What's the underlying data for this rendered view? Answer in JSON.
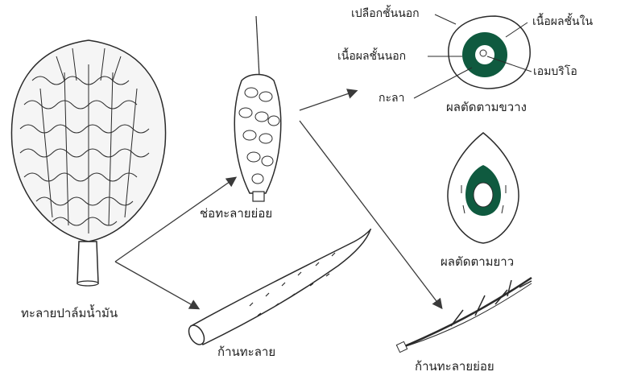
{
  "labels": {
    "bunch": "ทะลายปาล์มน้ำมัน",
    "spikelet": "ช่อทะลายย่อย",
    "peduncle": "ก้านทะลาย",
    "rachilla": "ก้านทะลายย่อย",
    "exocarp": "เปลือกชั้นนอก",
    "mesocarp": "เนื้อผลชั้นนอก",
    "endocarp": "เนื้อผลชั้นใน",
    "embryo": "เอมบริโอ",
    "shell": "กะลา",
    "cross_section": "ผลตัดตามขวาง",
    "long_section": "ผลตัดตามยาว"
  },
  "colors": {
    "ink": "#1f1f1f",
    "line": "#3a3a3a",
    "accent": "#0f5a3f"
  }
}
